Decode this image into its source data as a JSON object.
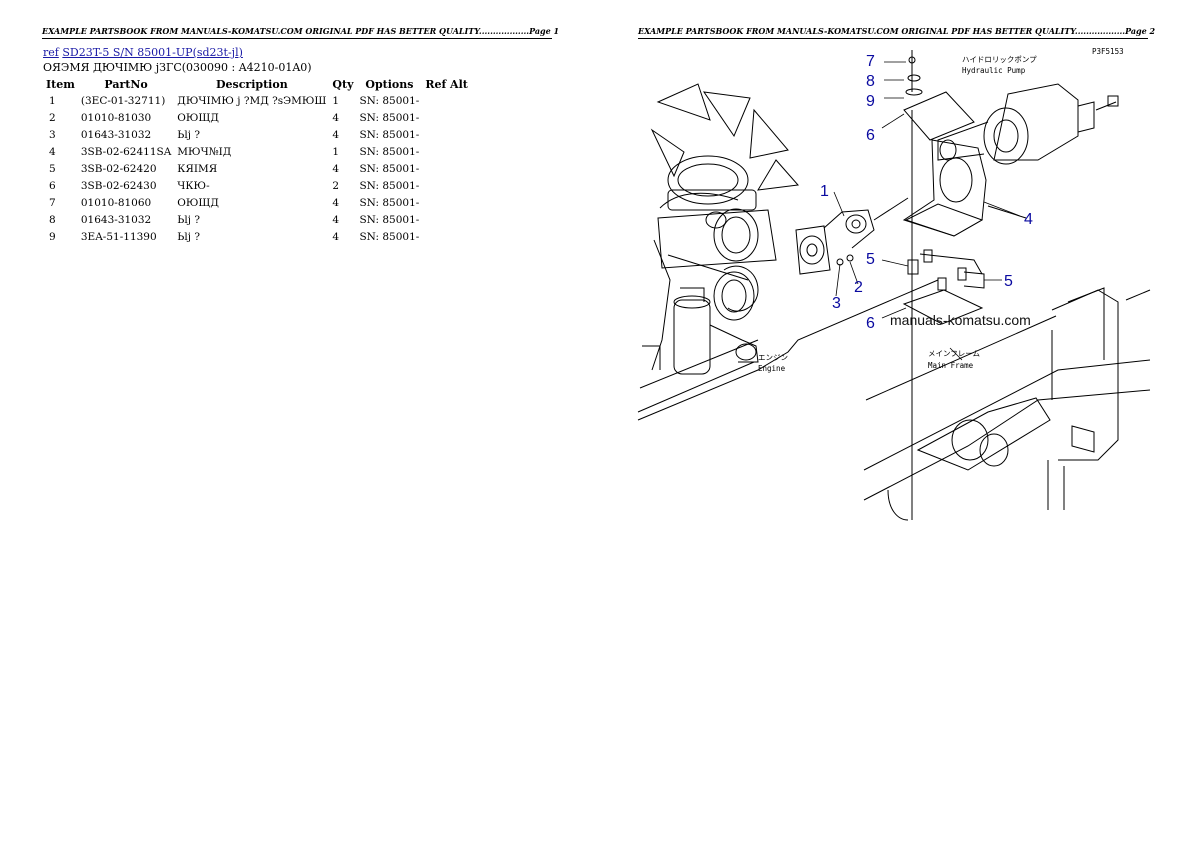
{
  "headers": {
    "page1": "EXAMPLE PARTSBOOK FROM MANUALS-KOMATSU.COM ORIGINAL PDF HAS BETTER QUALITY..................Page 1",
    "page2": "EXAMPLE PARTSBOOK FROM MANUALS-KOMATSU.COM ORIGINAL PDF HAS BETTER QUALITY..................Page 2"
  },
  "ref_line": {
    "ref_label": "ref",
    "model_link": "SD23T-5 S/N 85001-UP(sd23t-jl)"
  },
  "subtitle": "ОЯЭМЯ ДЮЧIМЮ jЗГС(030090 : A4210-01A0)",
  "table": {
    "columns": [
      "Item",
      "PartNo",
      "Description",
      "Qty",
      "Options",
      "Ref Alt"
    ],
    "rows": [
      {
        "item": "1",
        "partno": "(3EC-01-32711)",
        "desc": "ДЮЧIМЮ j ?МД ?sЭМЮШ",
        "qty": "1",
        "options": "SN: 85001-",
        "ref": ""
      },
      {
        "item": "2",
        "partno": "01010-81030",
        "desc": "ОЮЩД",
        "qty": "4",
        "options": "SN: 85001-",
        "ref": ""
      },
      {
        "item": "3",
        "partno": "01643-31032",
        "desc": "Ьlj ?",
        "qty": "4",
        "options": "SN: 85001-",
        "ref": ""
      },
      {
        "item": "4",
        "partno": "3SB-02-62411SA",
        "desc": "МЮЧ№IД",
        "qty": "1",
        "options": "SN: 85001-",
        "ref": ""
      },
      {
        "item": "5",
        "partno": "3SB-02-62420",
        "desc": "КЯIМЯ",
        "qty": "4",
        "options": "SN: 85001-",
        "ref": ""
      },
      {
        "item": "6",
        "partno": "3SB-02-62430",
        "desc": "ЧКЮ-",
        "qty": "2",
        "options": "SN: 85001-",
        "ref": ""
      },
      {
        "item": "7",
        "partno": "01010-81060",
        "desc": "ОЮЩД",
        "qty": "4",
        "options": "SN: 85001-",
        "ref": ""
      },
      {
        "item": "8",
        "partno": "01643-31032",
        "desc": "Ьlj ?",
        "qty": "4",
        "options": "SN: 85001-",
        "ref": ""
      },
      {
        "item": "9",
        "partno": "3EA-51-11390",
        "desc": "Ьlj ?",
        "qty": "4",
        "options": "SN: 85001-",
        "ref": ""
      }
    ]
  },
  "diagram": {
    "callouts": [
      "7",
      "8",
      "9",
      "6",
      "1",
      "4",
      "5",
      "5",
      "2",
      "3",
      "6"
    ],
    "code": "P3F5153",
    "label_pump_jp": "ハイドロリックポンプ",
    "label_pump_en": "Hydraulic Pump",
    "label_engine_jp": "エンジン",
    "label_engine_en": "Engine",
    "label_frame_jp": "メインフレーム",
    "label_frame_en": "Main Frame",
    "watermark": "manuals-komatsu.com",
    "callout_color": "#0a0aa0"
  }
}
